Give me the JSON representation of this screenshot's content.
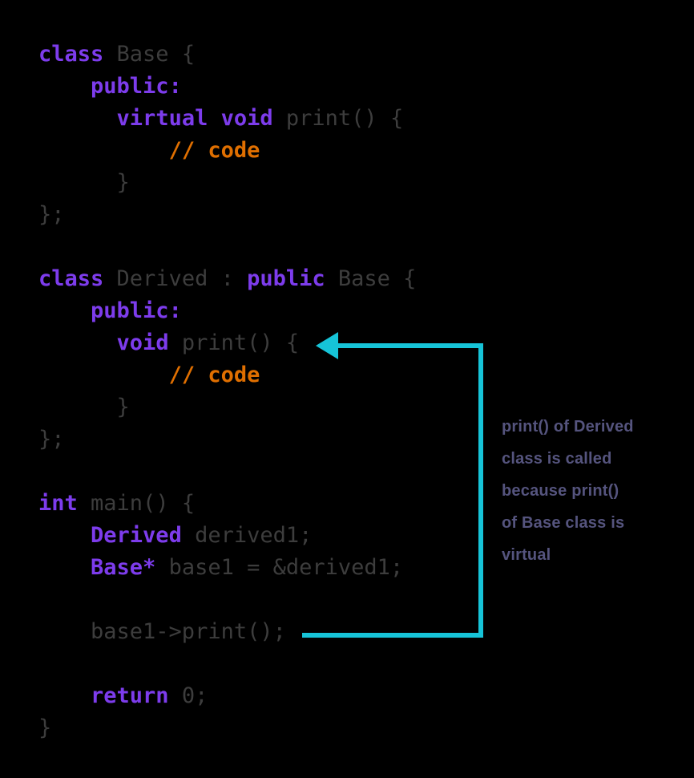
{
  "colors": {
    "background": "#000000",
    "keyword": "#7d3cec",
    "plain": "#3d3d3d",
    "comment": "#e06f00",
    "arrow": "#16c4d8",
    "annotation_text": "#55547e"
  },
  "code": {
    "language": "cpp",
    "lines": [
      {
        "segments": [
          {
            "type": "keyword",
            "text": "class"
          },
          {
            "type": "plain",
            "text": " Base {"
          }
        ]
      },
      {
        "segments": [
          {
            "type": "plain",
            "text": "    "
          },
          {
            "type": "keyword",
            "text": "public:"
          }
        ]
      },
      {
        "segments": [
          {
            "type": "plain",
            "text": "      "
          },
          {
            "type": "keyword",
            "text": "virtual"
          },
          {
            "type": "plain",
            "text": " "
          },
          {
            "type": "keyword",
            "text": "void"
          },
          {
            "type": "plain",
            "text": " print() {"
          }
        ]
      },
      {
        "segments": [
          {
            "type": "plain",
            "text": "          "
          },
          {
            "type": "comment",
            "text": "// code"
          }
        ]
      },
      {
        "segments": [
          {
            "type": "plain",
            "text": "      }"
          }
        ]
      },
      {
        "segments": [
          {
            "type": "plain",
            "text": "};"
          }
        ]
      },
      {
        "segments": []
      },
      {
        "segments": [
          {
            "type": "keyword",
            "text": "class"
          },
          {
            "type": "plain",
            "text": " Derived : "
          },
          {
            "type": "keyword",
            "text": "public"
          },
          {
            "type": "plain",
            "text": " Base {"
          }
        ]
      },
      {
        "segments": [
          {
            "type": "plain",
            "text": "    "
          },
          {
            "type": "keyword",
            "text": "public:"
          }
        ]
      },
      {
        "segments": [
          {
            "type": "plain",
            "text": "      "
          },
          {
            "type": "keyword",
            "text": "void"
          },
          {
            "type": "plain",
            "text": " print() {"
          }
        ]
      },
      {
        "segments": [
          {
            "type": "plain",
            "text": "          "
          },
          {
            "type": "comment",
            "text": "// code"
          }
        ]
      },
      {
        "segments": [
          {
            "type": "plain",
            "text": "      }"
          }
        ]
      },
      {
        "segments": [
          {
            "type": "plain",
            "text": "};"
          }
        ]
      },
      {
        "segments": []
      },
      {
        "segments": [
          {
            "type": "keyword",
            "text": "int"
          },
          {
            "type": "plain",
            "text": " main() {"
          }
        ]
      },
      {
        "segments": [
          {
            "type": "plain",
            "text": "    "
          },
          {
            "type": "keyword",
            "text": "Derived"
          },
          {
            "type": "plain",
            "text": " derived1;"
          }
        ]
      },
      {
        "segments": [
          {
            "type": "plain",
            "text": "    "
          },
          {
            "type": "keyword",
            "text": "Base*"
          },
          {
            "type": "plain",
            "text": " base1 = &derived1;"
          }
        ]
      },
      {
        "segments": []
      },
      {
        "segments": [
          {
            "type": "plain",
            "text": "    base1->print();"
          }
        ]
      },
      {
        "segments": []
      },
      {
        "segments": [
          {
            "type": "plain",
            "text": "    "
          },
          {
            "type": "keyword",
            "text": "return"
          },
          {
            "type": "plain",
            "text": " 0;"
          }
        ]
      },
      {
        "segments": [
          {
            "type": "plain",
            "text": "}"
          }
        ]
      }
    ]
  },
  "annotation": {
    "lines": [
      "print() of Derived",
      "class is called",
      "because print()",
      "of Base class is",
      "virtual"
    ]
  }
}
